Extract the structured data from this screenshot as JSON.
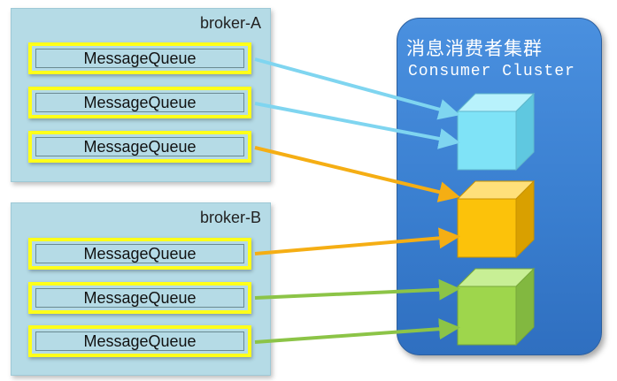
{
  "brokers": [
    {
      "name": "broker-A",
      "queues": [
        "MessageQueue",
        "MessageQueue",
        "MessageQueue"
      ]
    },
    {
      "name": "broker-B",
      "queues": [
        "MessageQueue",
        "MessageQueue",
        "MessageQueue"
      ]
    }
  ],
  "cluster": {
    "title_cn": "消息消费者集群",
    "title_en": "Consumer Cluster"
  },
  "consumers": [
    {
      "color": "#7fe3f7",
      "queues": [
        "A1",
        "A2"
      ]
    },
    {
      "color": "#fcc20a",
      "queues": [
        "A3",
        "B1"
      ]
    },
    {
      "color": "#9ed64c",
      "queues": [
        "B2",
        "B3"
      ]
    }
  ],
  "colors": {
    "queue_border": "#ffff1a",
    "broker_bg": "#b5dbe6",
    "cluster_bg": "#3a7fd0",
    "arrow_cyan": "#7fd5f0",
    "arrow_orange": "#f5ae14",
    "arrow_green": "#8cc447"
  }
}
